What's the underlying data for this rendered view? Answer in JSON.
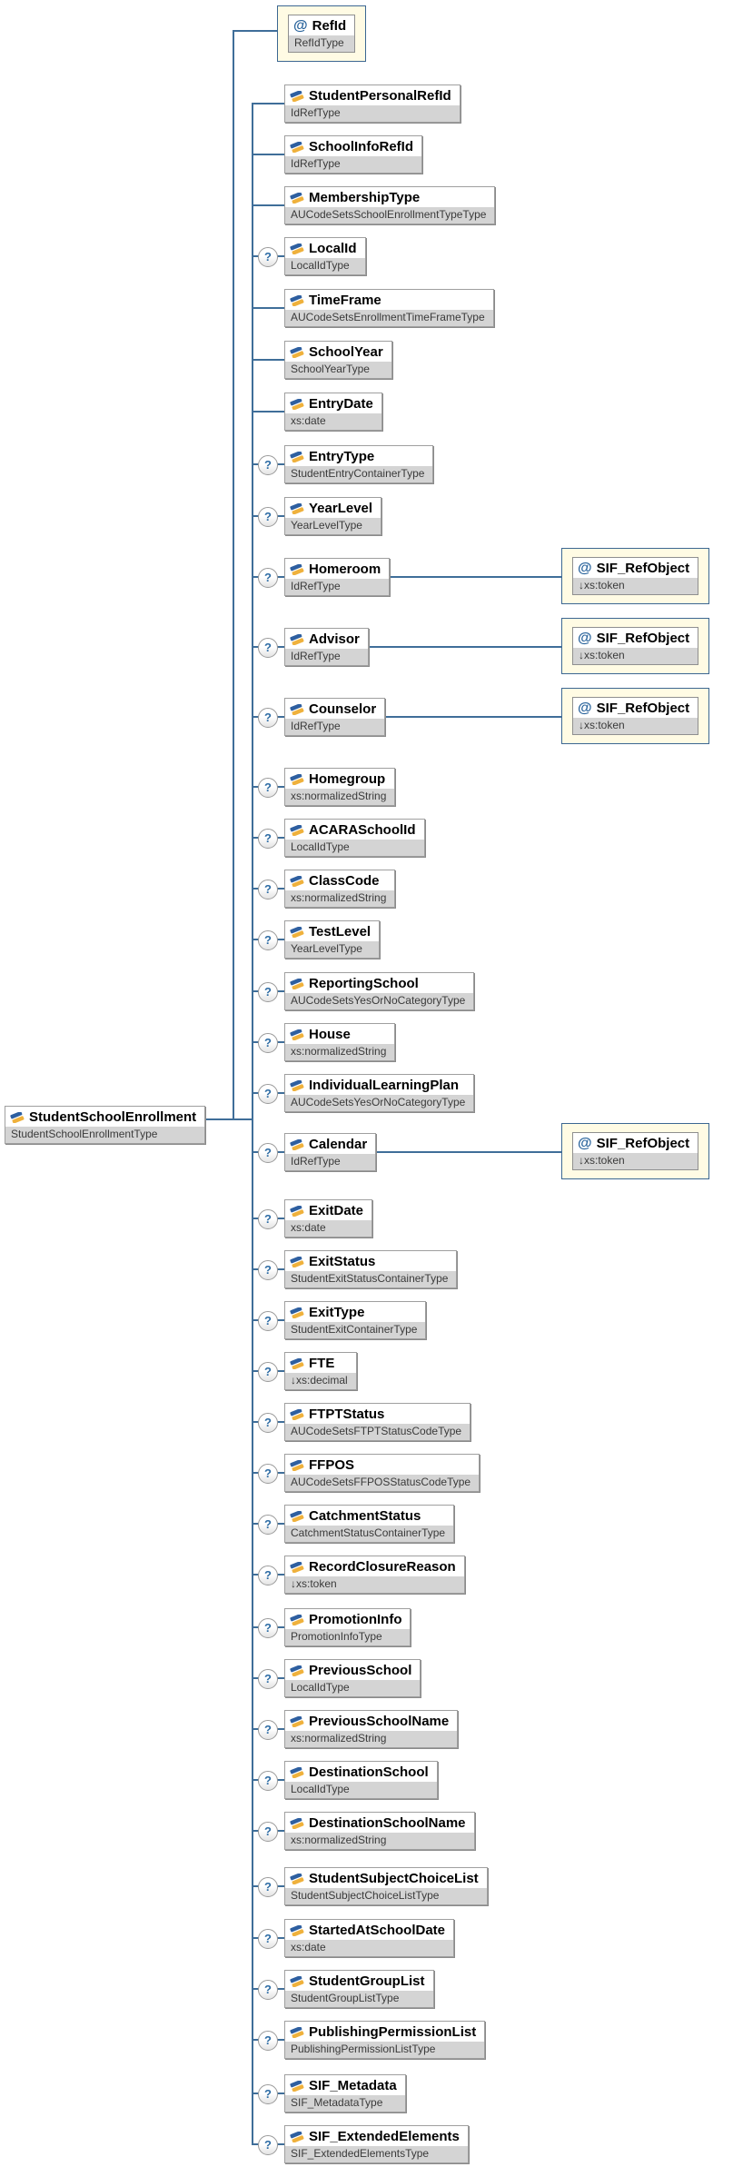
{
  "diagram": {
    "root": {
      "name": "StudentSchoolEnrollment",
      "type": "StudentSchoolEnrollmentType"
    },
    "attribute": {
      "glyph": "@",
      "name": "RefId",
      "type": "RefIdType"
    },
    "ref_object": {
      "glyph": "@",
      "name": "SIF_RefObject",
      "type": "↓xs:token"
    },
    "optional_glyph": "?",
    "colors": {
      "wire": "#3f6e99",
      "attr_box_bg": "#fffbe4",
      "attr_box_border": "#3c6792",
      "type_row_bg": "#d4d4d4",
      "node_border": "#9f9f9f",
      "optional_mark": "#2f6da5",
      "icon_blue": "#2e5fa0",
      "icon_gold": "#efb13c"
    },
    "children": [
      {
        "name": "StudentPersonalRefId",
        "type": "IdRefType",
        "optional": false,
        "ref": false
      },
      {
        "name": "SchoolInfoRefId",
        "type": "IdRefType",
        "optional": false,
        "ref": false
      },
      {
        "name": "MembershipType",
        "type": "AUCodeSetsSchoolEnrollmentTypeType",
        "optional": false,
        "ref": false
      },
      {
        "name": "LocalId",
        "type": "LocalIdType",
        "optional": true,
        "ref": false
      },
      {
        "name": "TimeFrame",
        "type": "AUCodeSetsEnrollmentTimeFrameType",
        "optional": false,
        "ref": false
      },
      {
        "name": "SchoolYear",
        "type": "SchoolYearType",
        "optional": false,
        "ref": false
      },
      {
        "name": "EntryDate",
        "type": "xs:date",
        "optional": false,
        "ref": false
      },
      {
        "name": "EntryType",
        "type": "StudentEntryContainerType",
        "optional": true,
        "ref": false
      },
      {
        "name": "YearLevel",
        "type": "YearLevelType",
        "optional": true,
        "ref": false
      },
      {
        "name": "Homeroom",
        "type": "IdRefType",
        "optional": true,
        "ref": true
      },
      {
        "name": "Advisor",
        "type": "IdRefType",
        "optional": true,
        "ref": true
      },
      {
        "name": "Counselor",
        "type": "IdRefType",
        "optional": true,
        "ref": true
      },
      {
        "name": "Homegroup",
        "type": "xs:normalizedString",
        "optional": true,
        "ref": false
      },
      {
        "name": "ACARASchoolId",
        "type": "LocalIdType",
        "optional": true,
        "ref": false
      },
      {
        "name": "ClassCode",
        "type": "xs:normalizedString",
        "optional": true,
        "ref": false
      },
      {
        "name": "TestLevel",
        "type": "YearLevelType",
        "optional": true,
        "ref": false
      },
      {
        "name": "ReportingSchool",
        "type": "AUCodeSetsYesOrNoCategoryType",
        "optional": true,
        "ref": false
      },
      {
        "name": "House",
        "type": "xs:normalizedString",
        "optional": true,
        "ref": false
      },
      {
        "name": "IndividualLearningPlan",
        "type": "AUCodeSetsYesOrNoCategoryType",
        "optional": true,
        "ref": false
      },
      {
        "name": "Calendar",
        "type": "IdRefType",
        "optional": true,
        "ref": true
      },
      {
        "name": "ExitDate",
        "type": "xs:date",
        "optional": true,
        "ref": false
      },
      {
        "name": "ExitStatus",
        "type": "StudentExitStatusContainerType",
        "optional": true,
        "ref": false
      },
      {
        "name": "ExitType",
        "type": "StudentExitContainerType",
        "optional": true,
        "ref": false
      },
      {
        "name": "FTE",
        "type": "↓xs:decimal",
        "optional": true,
        "ref": false
      },
      {
        "name": "FTPTStatus",
        "type": "AUCodeSetsFTPTStatusCodeType",
        "optional": true,
        "ref": false
      },
      {
        "name": "FFPOS",
        "type": "AUCodeSetsFFPOSStatusCodeType",
        "optional": true,
        "ref": false
      },
      {
        "name": "CatchmentStatus",
        "type": "CatchmentStatusContainerType",
        "optional": true,
        "ref": false
      },
      {
        "name": "RecordClosureReason",
        "type": "↓xs:token",
        "optional": true,
        "ref": false
      },
      {
        "name": "PromotionInfo",
        "type": "PromotionInfoType",
        "optional": true,
        "ref": false
      },
      {
        "name": "PreviousSchool",
        "type": "LocalIdType",
        "optional": true,
        "ref": false
      },
      {
        "name": "PreviousSchoolName",
        "type": "xs:normalizedString",
        "optional": true,
        "ref": false
      },
      {
        "name": "DestinationSchool",
        "type": "LocalIdType",
        "optional": true,
        "ref": false
      },
      {
        "name": "DestinationSchoolName",
        "type": "xs:normalizedString",
        "optional": true,
        "ref": false
      },
      {
        "name": "StudentSubjectChoiceList",
        "type": "StudentSubjectChoiceListType",
        "optional": true,
        "ref": false
      },
      {
        "name": "StartedAtSchoolDate",
        "type": "xs:date",
        "optional": true,
        "ref": false
      },
      {
        "name": "StudentGroupList",
        "type": "StudentGroupListType",
        "optional": true,
        "ref": false
      },
      {
        "name": "PublishingPermissionList",
        "type": "PublishingPermissionListType",
        "optional": true,
        "ref": false
      },
      {
        "name": "SIF_Metadata",
        "type": "SIF_MetadataType",
        "optional": true,
        "ref": false
      },
      {
        "name": "SIF_ExtendedElements",
        "type": "SIF_ExtendedElementsType",
        "optional": true,
        "ref": false
      }
    ]
  }
}
